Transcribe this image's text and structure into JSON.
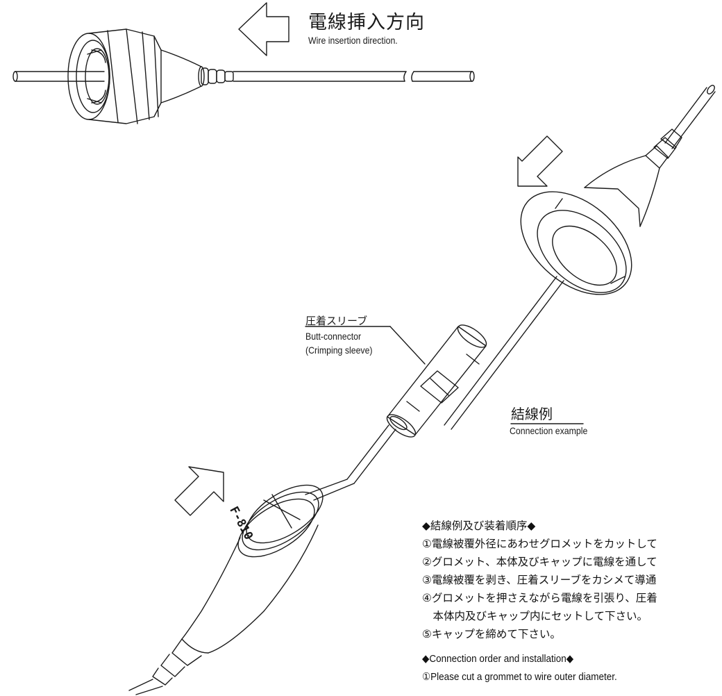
{
  "top": {
    "title_jp": "電線挿入方向",
    "title_en": "Wire insertion direction."
  },
  "sleeve_label": {
    "jp": "圧着スリーブ",
    "en1": "Butt-connector",
    "en2": "(Crimping sleeve)"
  },
  "example": {
    "jp": "結線例",
    "en": "Connection example"
  },
  "product_mark": "F-810",
  "instructions": {
    "jp_header": "◆結線例及び装着順序◆",
    "jp_steps": [
      "①電線被覆外径にあわせグロメットをカットして",
      "②グロメット、本体及びキャップに電線を通して",
      "③電線被覆を剥き、圧着スリーブをカシメて導通",
      "④グロメットを押さえながら電線を引張り、圧着",
      "　本体内及びキャップ内にセットして下さい。",
      "⑤キャップを締めて下さい。"
    ],
    "en_header": "◆Connection order and installation◆",
    "en_steps": [
      "①Please cut a grommet to wire outer diameter."
    ]
  },
  "colors": {
    "line": "#1a1a1a",
    "background": "#ffffff"
  }
}
